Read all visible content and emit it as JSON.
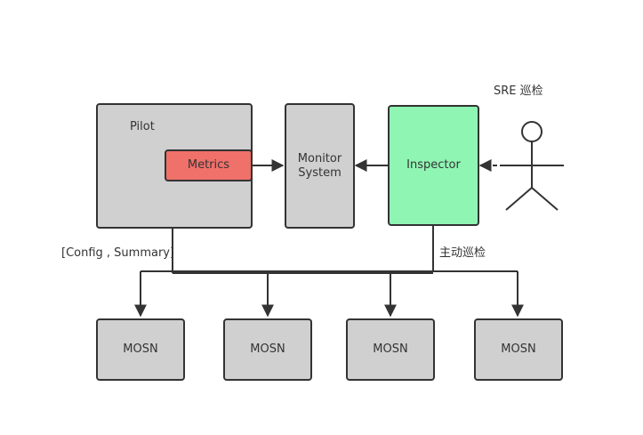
{
  "nodes": {
    "pilot": "Pilot",
    "metrics": "Metrics",
    "monitor_line1": "Monitor",
    "monitor_line2": "System",
    "inspector": "Inspector",
    "mosn": [
      "MOSN",
      "MOSN",
      "MOSN",
      "MOSN"
    ]
  },
  "labels": {
    "sre": "SRE 巡检",
    "config_summary": "[Config , Summary]",
    "active_inspection": "主动巡检"
  },
  "colors": {
    "gray_fill": "#d0d0d0",
    "inspector_fill": "#8ff5b3",
    "metrics_fill": "#f0706a",
    "stroke": "#333333"
  }
}
